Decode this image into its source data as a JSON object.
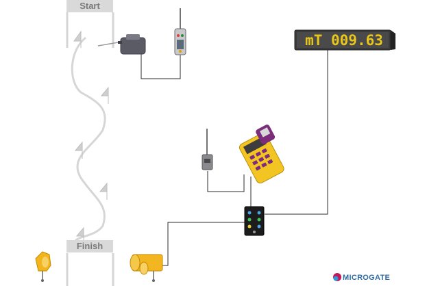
{
  "course": {
    "start_label": "Start",
    "finish_label": "Finish"
  },
  "display": {
    "text": "mT 009.63"
  },
  "brand": {
    "name": "MICROGATE"
  },
  "colors": {
    "cable": "#2b2b2b",
    "gate_pole": "#d9d9d9",
    "display_body": "#3a3a3a",
    "display_text": "#e8c61b",
    "photocell_yellow": "#f2b51d",
    "timer_yellow": "#f3c522",
    "timer_purple": "#7b2d7c",
    "brand_blue": "#2e6aa6",
    "brand_magenta": "#c2185b"
  },
  "icons": {
    "start_gate": "start-gate-icon",
    "power_adapter": "power-adapter-icon",
    "radio_transmitter": "radio-transmitter-icon",
    "radio_receiver": "radio-receiver-icon",
    "timer_handheld": "handheld-timer-icon",
    "junction_box": "junction-box-icon",
    "photocell": "photocell-icon",
    "display_board": "display-board-icon"
  }
}
